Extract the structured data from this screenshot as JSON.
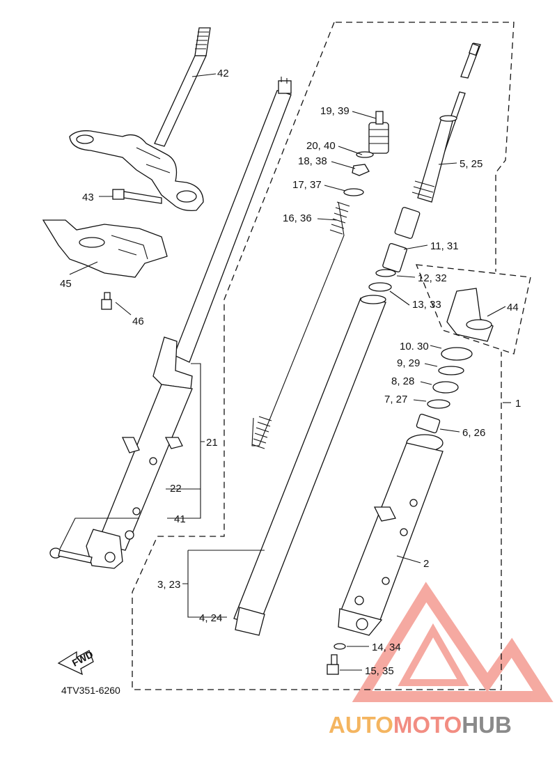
{
  "callouts": {
    "p42": "42",
    "p43": "43",
    "p45": "45",
    "p46": "46",
    "p21": "21",
    "p22": "22",
    "p41": "41",
    "p19_39": "19, 39",
    "p20_40": "20, 40",
    "p18_38": "18, 38",
    "p17_37": "17, 37",
    "p16_36": "16, 36",
    "p5_25": "5, 25",
    "p11_31": "11, 31",
    "p12_32": "12, 32",
    "p13_33": "13, 33",
    "p44": "44",
    "p10_30": "10. 30",
    "p9_29": "9, 29",
    "p8_28": "8, 28",
    "p7_27": "7, 27",
    "p1": "1",
    "p6_26": "6, 26",
    "p2": "2",
    "p3_23": "3, 23",
    "p4_24": "4, 24",
    "p14_34": "14, 34",
    "p15_35": "15, 35"
  },
  "fwd_label": "FWD",
  "diagram_code": "4TV351-6260",
  "watermark": {
    "part1": "AUTO",
    "part2": "MOTO",
    "part3": "HUB",
    "color_auto": "#f4b560",
    "color_moto": "#f28d82",
    "color_hub": "#8a8a8a"
  }
}
